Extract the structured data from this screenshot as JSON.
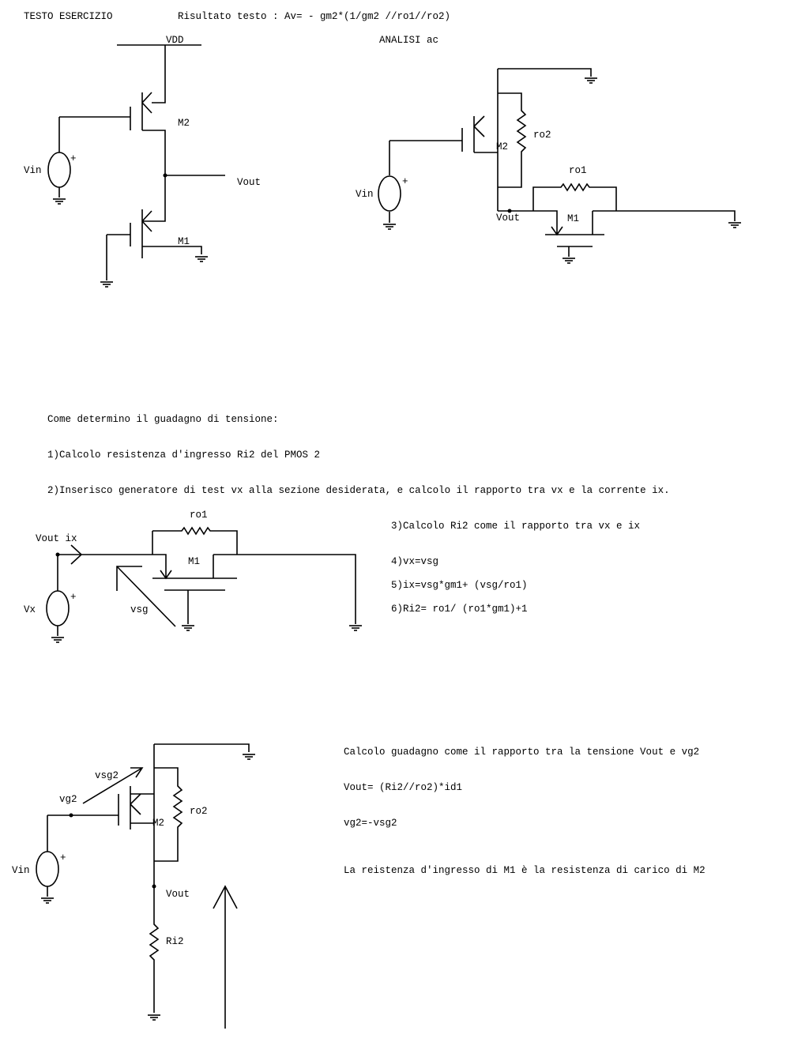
{
  "header": {
    "title": "TESTO ESERCIZIO",
    "result": "Risultato testo : Av= - gm2*(1/gm2 //ro1//ro2)"
  },
  "circuit1": {
    "vdd": "VDD",
    "m2": "M2",
    "m1": "M1",
    "vout": "Vout",
    "vin": "Vin",
    "plus": "+"
  },
  "circuit2": {
    "title": "ANALISI ac",
    "m2": "M2",
    "ro2": "ro2",
    "ro1": "ro1",
    "m1": "M1",
    "vout": "Vout",
    "vin": "Vin",
    "plus": "+"
  },
  "steps": {
    "intro": "Come determino il guadagno di tensione:",
    "s1": "1)Calcolo resistenza d'ingresso Ri2 del PMOS 2",
    "s2": "2)Inserisco generatore di test vx  alla sezione desiderata, e calcolo il rapporto tra vx e la corrente ix.",
    "s3": "3)Calcolo Ri2 come il rapporto tra vx e ix",
    "s4": "4)vx=vsg",
    "s5": "5)ix=vsg*gm1+ (vsg/ro1)",
    "s6": "6)Ri2= ro1/ (ro1*gm1)+1"
  },
  "circuit3": {
    "vout_ix": "Vout ix",
    "ro1": "ro1",
    "m1": "M1",
    "vsg": "vsg",
    "vx": "Vx",
    "plus": "+"
  },
  "circuit4": {
    "vsg2": "vsg2",
    "vg2": "vg2",
    "m2": "M2",
    "ro2": "ro2",
    "vin": "Vin",
    "plus": "+",
    "vout": "Vout",
    "ri2": "Ri2"
  },
  "gain": {
    "g1": "Calcolo guadagno come il rapporto tra la tensione Vout e vg2",
    "g2": "Vout= (Ri2//ro2)*id1",
    "g3": "vg2=-vsg2",
    "g4": "La reistenza d'ingresso di M1 è la resistenza di carico di M2"
  }
}
